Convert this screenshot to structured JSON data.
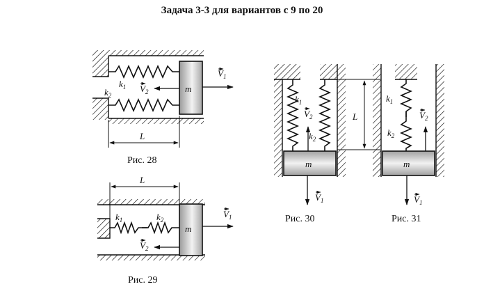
{
  "title": "Задача 3-3 для вариантов с 9 по 20",
  "figures": {
    "fig28": {
      "caption": "Рис. 28",
      "k1": "k",
      "k1_sub": "1",
      "k2": "k",
      "k2_sub": "2",
      "v1": "V",
      "v1_sub": "1",
      "v2": "V",
      "v2_sub": "2",
      "mass": "m",
      "length": "L"
    },
    "fig29": {
      "caption": "Рис. 29",
      "k1": "k",
      "k1_sub": "1",
      "k2": "k",
      "k2_sub": "2",
      "v1": "V",
      "v1_sub": "1",
      "v2": "V",
      "v2_sub": "2",
      "mass": "m",
      "length": "L"
    },
    "fig30": {
      "caption": "Рис. 30",
      "k1": "k",
      "k1_sub": "1",
      "k2": "k",
      "k2_sub": "2",
      "v1": "V",
      "v1_sub": "1",
      "v2": "V",
      "v2_sub": "2",
      "mass": "m",
      "length": "L"
    },
    "fig31": {
      "caption": "Рис. 31",
      "k1": "k",
      "k1_sub": "1",
      "k2": "k",
      "k2_sub": "2",
      "v1": "V",
      "v1_sub": "1",
      "v2": "V",
      "v2_sub": "2",
      "mass": "m"
    }
  },
  "colors": {
    "ink": "#111111",
    "mass_gradient_dark": "#9a9a9a",
    "mass_gradient_light": "#f2f2f2"
  }
}
